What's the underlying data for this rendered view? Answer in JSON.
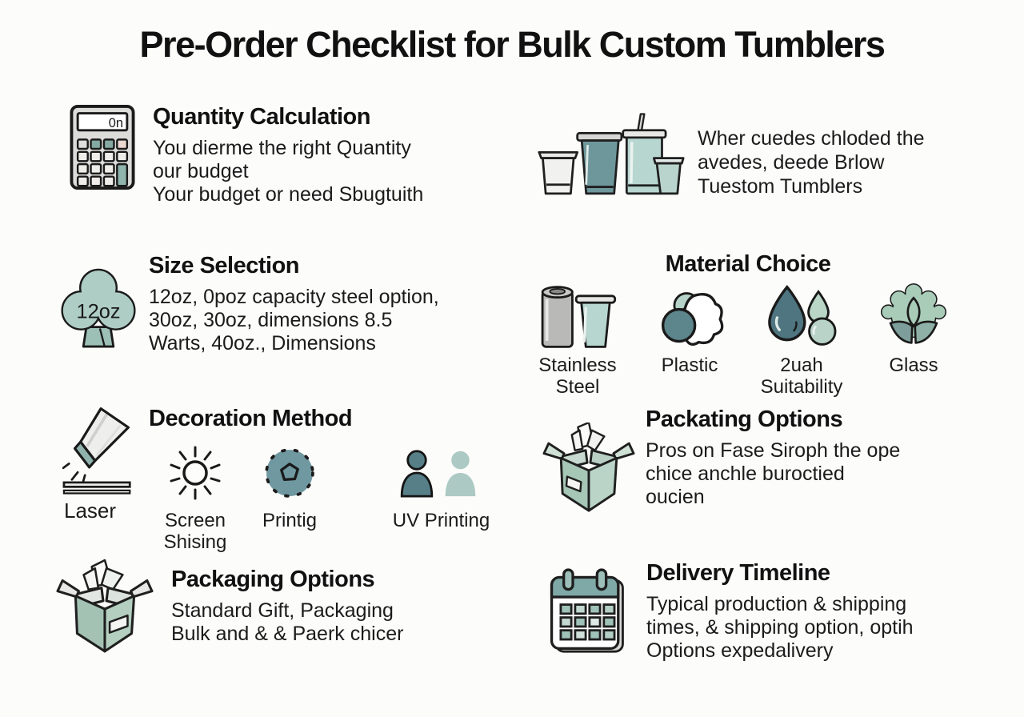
{
  "title": "Pre-Order Checklist for Bulk Custom Tumblers",
  "calculator_display": "0n",
  "quantity": {
    "heading": "Quantity Calculation",
    "body": "You dierme the right Quantity\nour budget\nYour budget or need Sbugtuith"
  },
  "tumblers": {
    "body": "Wher cuedes chloded the\navedes, deede Brlow\nTuestom Tumblers"
  },
  "size": {
    "heading": "Size Selection",
    "icon_label": "12oz",
    "body": "12oz, 0poz capacity steel option,\n30oz, 30oz, dimensions 8.5\nWarts, 40oz., Dimensions"
  },
  "material": {
    "heading": "Material Choice",
    "items": [
      {
        "label": "Stainless\nSteel"
      },
      {
        "label": "Plastic"
      },
      {
        "label": "2uah\nSuitability"
      },
      {
        "label": "Glass"
      }
    ]
  },
  "decoration": {
    "heading": "Decoration Method",
    "laser_label": "Laser",
    "items": [
      {
        "label": "Screen\nShising"
      },
      {
        "label": "Printig"
      },
      {
        "label": "UV Printing"
      }
    ]
  },
  "packating": {
    "heading": "Packating Options",
    "body": "Pros on Fase Siroph the ope\nchice anchle buroctied\noucien"
  },
  "packaging": {
    "heading": "Packaging Options",
    "body": "Standard Gift, Packaging\nBulk and & & Paerk chicer"
  },
  "delivery": {
    "heading": "Delivery Timeline",
    "body": "Typical production & shipping\ntimes, & shipping option, optih\nOptions expedalivery"
  },
  "colors": {
    "teal_light": "#aecdc4",
    "teal_dark": "#5f8e94",
    "accent_box": "#a8c8b8",
    "text": "#141414"
  }
}
